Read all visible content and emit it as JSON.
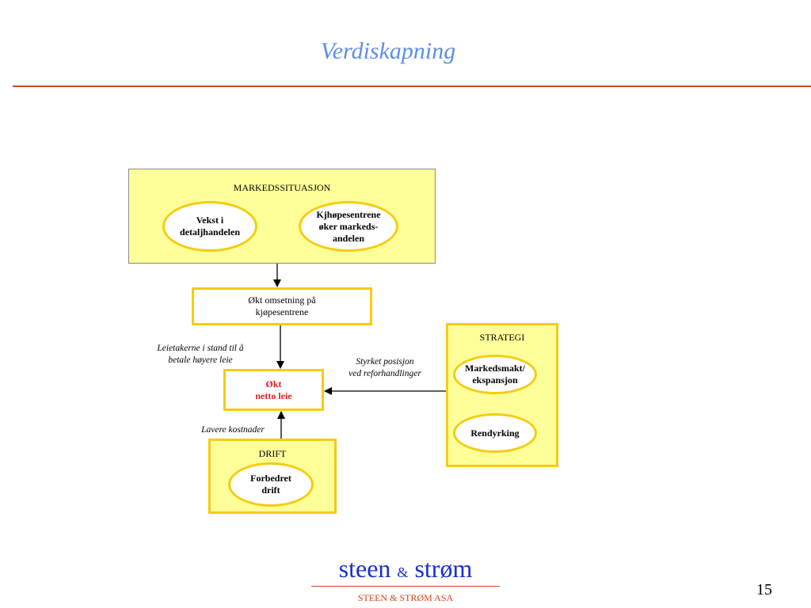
{
  "slide": {
    "title": "Verdiskapning",
    "page_number": "15"
  },
  "diagram": {
    "market": {
      "label": "MARKEDSSITUASJON",
      "growth": "Vekst i\ndetaljhandelen",
      "malls": "Kjhøpesentrene\nøker markeds-\nandelen"
    },
    "turnover": "Økt omsetning på\nkjøpesentrene",
    "net_rent": "Økt\nnetto leie",
    "strategy": {
      "label": "STRATEGI",
      "market_power": "Markedsmakt/\nekspansjon",
      "focus": "Rendyrking"
    },
    "operations": {
      "label": "DRIFT",
      "improved": "Forbedret\ndrift"
    },
    "notes": {
      "tenants": "Leietakerne i stand til å\nbetale høyere leie",
      "position": "Styrket posisjon\nved reforhandlinger",
      "costs": "Lavere kostnader"
    }
  },
  "footer": {
    "brand_left": "steen",
    "brand_amp": "&",
    "brand_right": "strøm",
    "company": "STEEN & STRØM ASA"
  },
  "colors": {
    "title": "#5b8fe6",
    "rule": "#d2421c",
    "panel_fill": "#ffff99",
    "border": "#f5cc10",
    "highlight": "#e01b1b",
    "brand": "#1a2fcf"
  }
}
